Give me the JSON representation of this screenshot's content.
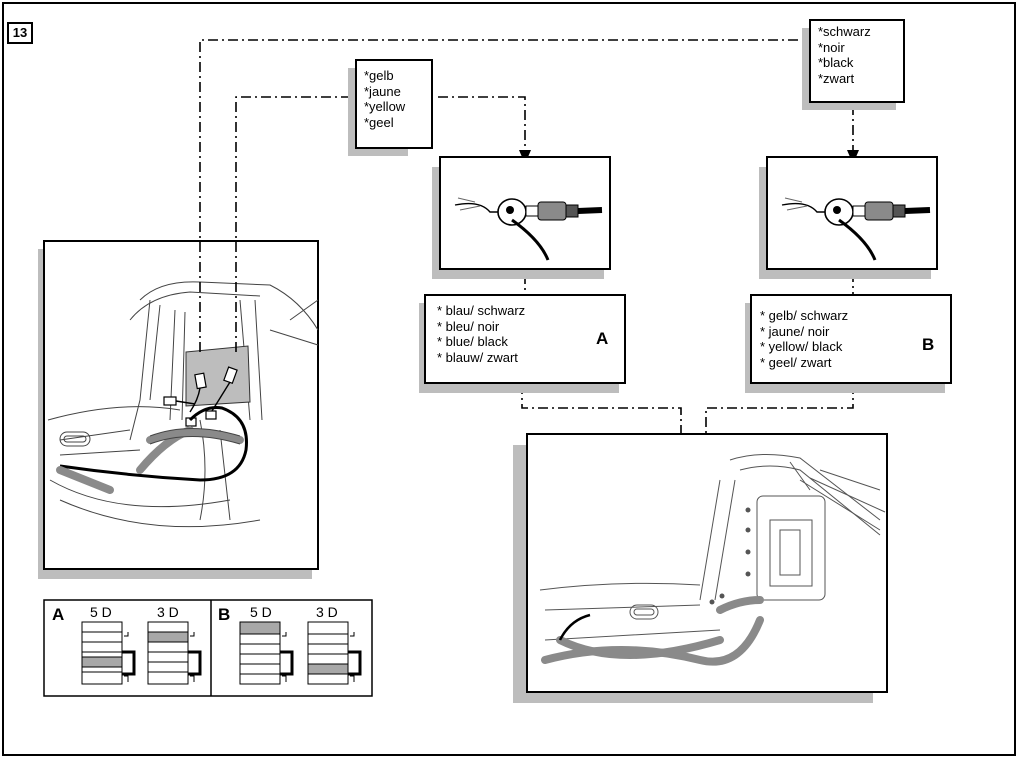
{
  "step_number": "13",
  "color_labels": {
    "yellow": [
      "*gelb",
      "*jaune",
      "*yellow",
      "*geel"
    ],
    "black": [
      "*schwarz",
      "*noir",
      "*black",
      "*zwart"
    ],
    "blue_black": [
      "* blau/ schwarz",
      "* bleu/ noir",
      "* blue/ black",
      "* blauw/ zwart"
    ],
    "yellow_black": [
      "* gelb/ schwarz",
      "* jaune/ noir",
      "* yellow/ black",
      "* geel/ zwart"
    ]
  },
  "arrow_targets": {
    "first": "A",
    "second": "B"
  },
  "connector_table": {
    "variants": [
      {
        "letter": "A",
        "col_5d": "5 D",
        "col_3d": "3 D"
      },
      {
        "letter": "B",
        "col_5d": "5 D",
        "col_3d": "3 D"
      }
    ]
  },
  "colors": {
    "line": "#000000",
    "shadow": "#bdbdbd",
    "highlight": "#a8a8a8"
  }
}
